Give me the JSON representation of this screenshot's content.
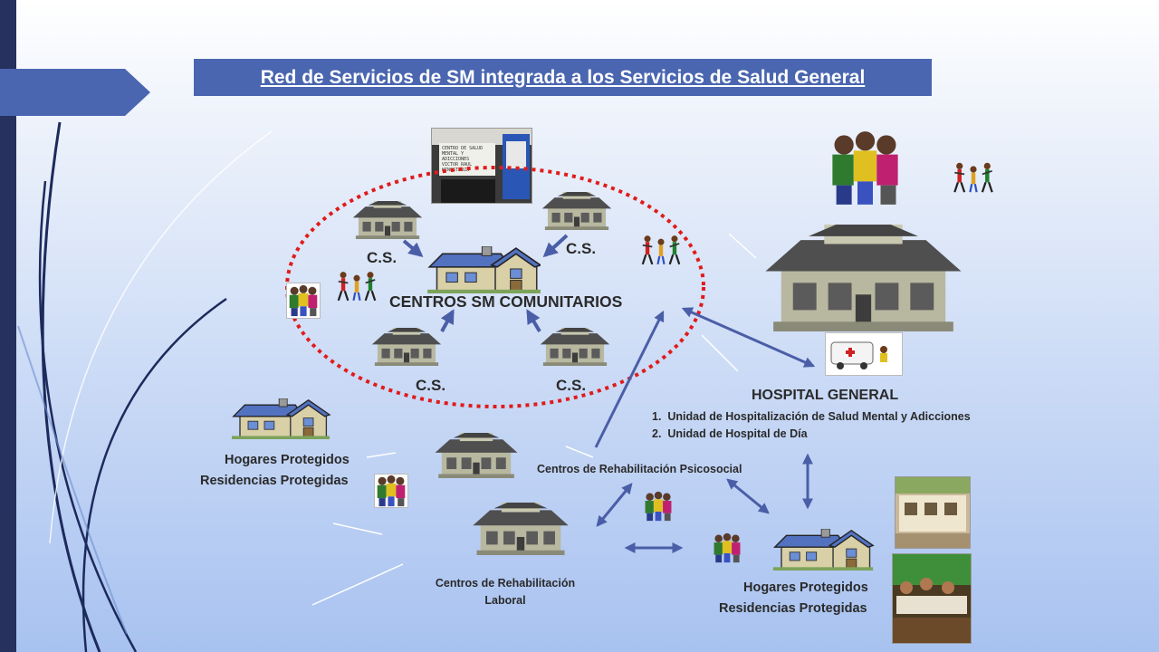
{
  "title": "Red de Servicios de SM integrada a los Servicios de Salud General",
  "photo_sign": {
    "line1": "CENTRO DE SALUD",
    "line2": "MENTAL Y ADICCIONES",
    "line3": "VICTOR RAUL HINOSTROZA"
  },
  "community": {
    "center_label": "CENTROS SM COMUNITARIOS",
    "cs_labels": [
      "C.S.",
      "C.S.",
      "C.S.",
      "C.S."
    ]
  },
  "hospital": {
    "title": "HOSPITAL GENERAL",
    "units": [
      "Unidad de Hospitalización de Salud Mental y Adicciones",
      "Unidad de Hospital de Día"
    ]
  },
  "left_homes": {
    "line1": "Hogares Protegidos",
    "line2": "Residencias Protegidas"
  },
  "right_homes": {
    "line1": "Hogares Protegidos",
    "line2": "Residencias Protegidas"
  },
  "psychosocial": {
    "label": "Centros de Rehabilitación Psicosocial"
  },
  "labor": {
    "line1": "Centros de Rehabilitación",
    "line2": "Laboral"
  },
  "colors": {
    "title_bar": "#4a66b0",
    "dark_bar": "#26315e",
    "arrow": "#4a5ea8",
    "ellipse": "#e01b1b",
    "chevron": "#4a66b0"
  }
}
